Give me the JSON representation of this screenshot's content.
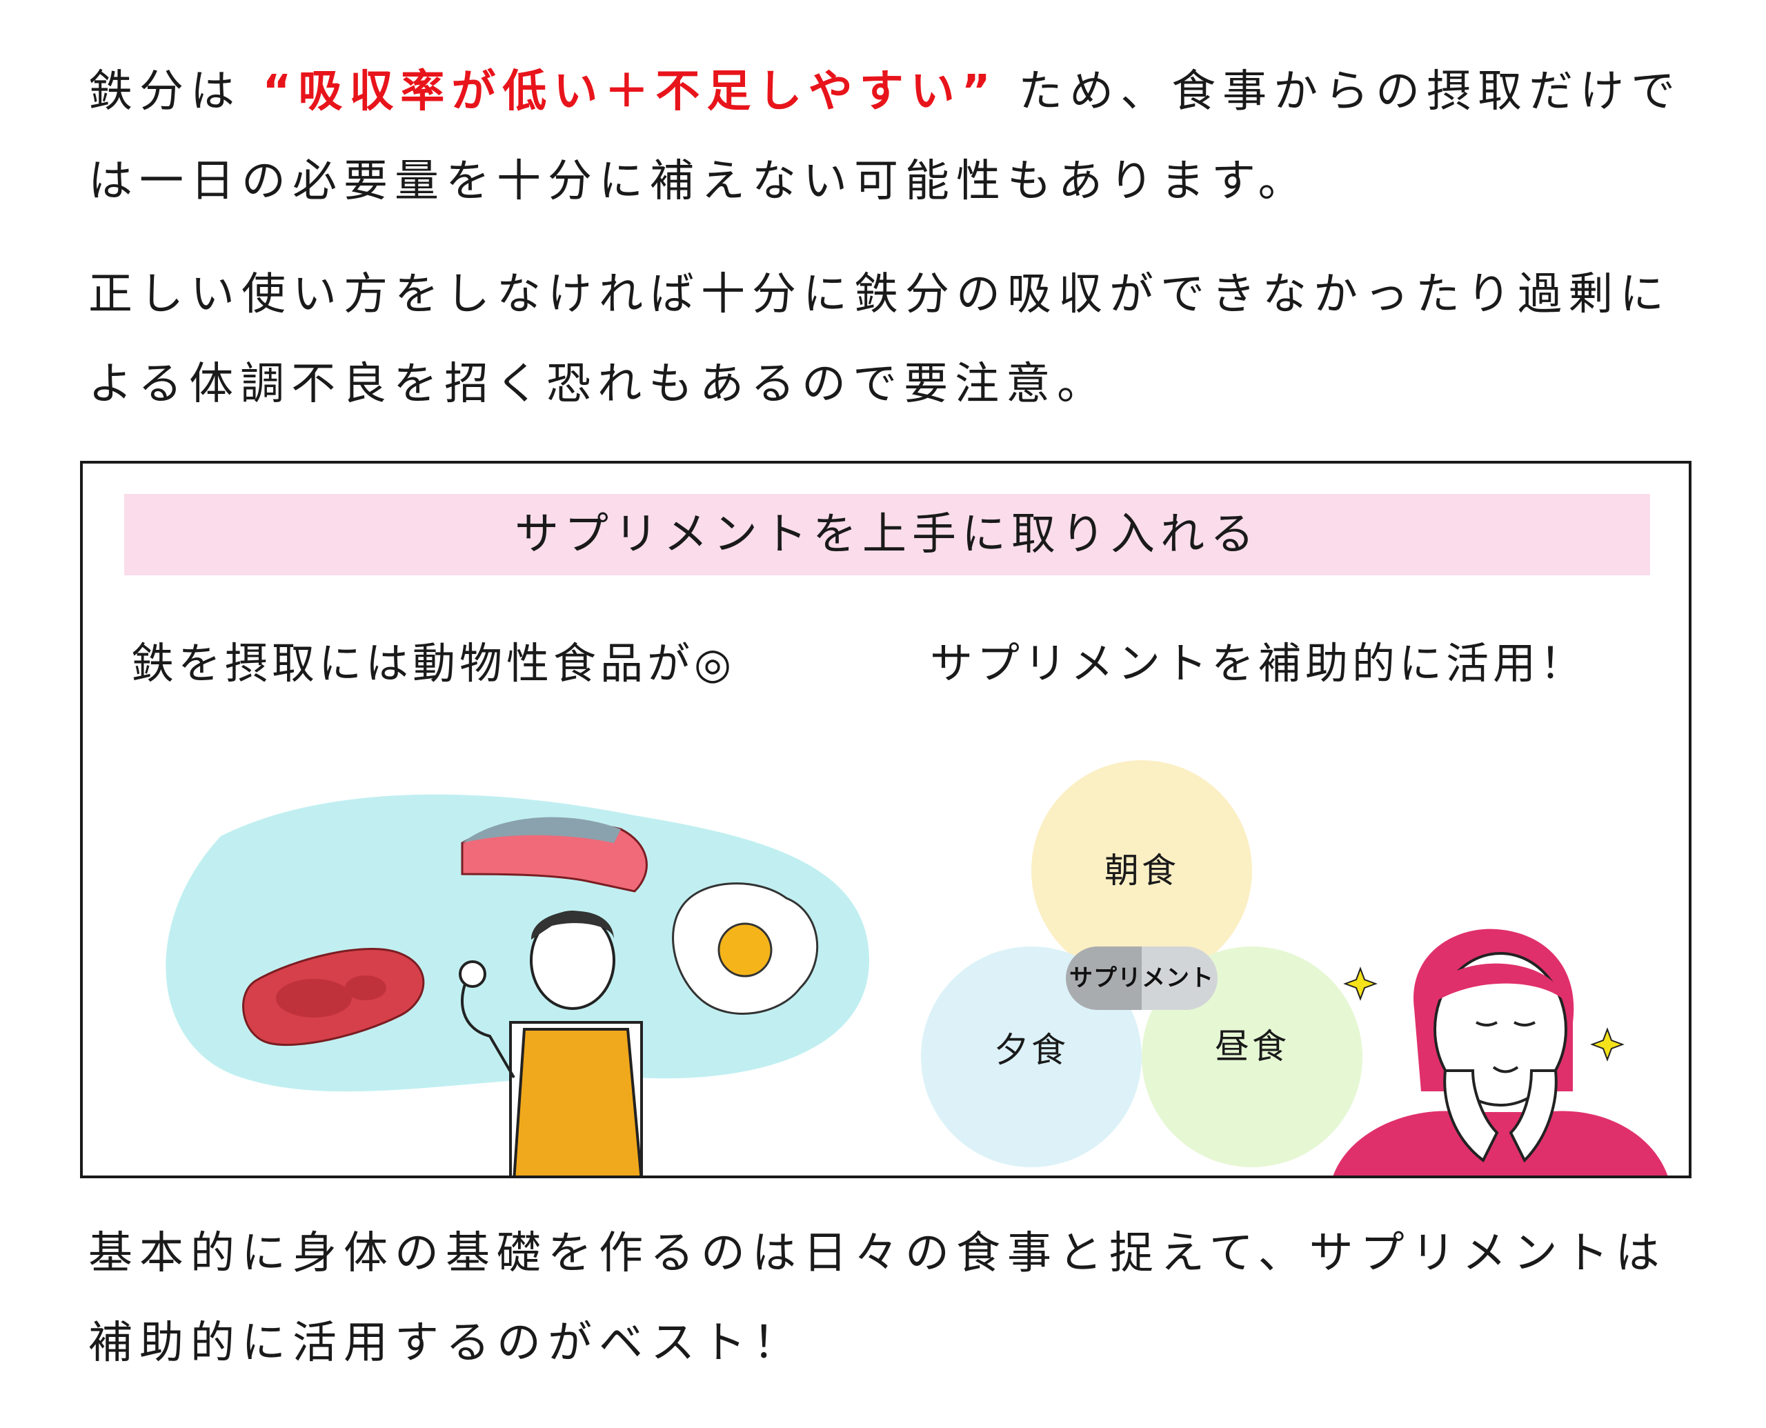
{
  "intro": {
    "line1_before": "鉄分は",
    "line1_highlight": "“吸収率が低い＋不足しやすい”",
    "line1_after": "ため、食事からの摂取だけでは一日の必要量を十分に補えない可能性もあります。"
  },
  "warning": {
    "text": "正しい使い方をしなければ十分に鉄分の吸収ができなかったり過剰による体調不良を招く恐れもあるので要注意。"
  },
  "box": {
    "title": "サプリメントを上手に取り入れる",
    "left_heading": "鉄を摂取には動物性食品が◎",
    "right_heading": "サプリメントを補助的に活用！",
    "meals": {
      "breakfast": "朝食",
      "lunch": "昼食",
      "dinner": "夕食",
      "supplement": "サプリメント"
    }
  },
  "conclusion": {
    "text": "基本的に身体の基礎を作るのは日々の食事と捉えて、サプリメントは補助的に活用するのがベスト！"
  },
  "colors": {
    "highlight": "#e8141b",
    "banner": "#fadcea",
    "breakfast_circle": "#fbefc4",
    "lunch_circle": "#e6f7d4",
    "dinner_circle": "#dcf2f8"
  },
  "icons": [
    "meat-icon",
    "salmon-icon",
    "fried-egg-icon",
    "chef-illustration",
    "woman-illustration",
    "sparkle-icon"
  ]
}
